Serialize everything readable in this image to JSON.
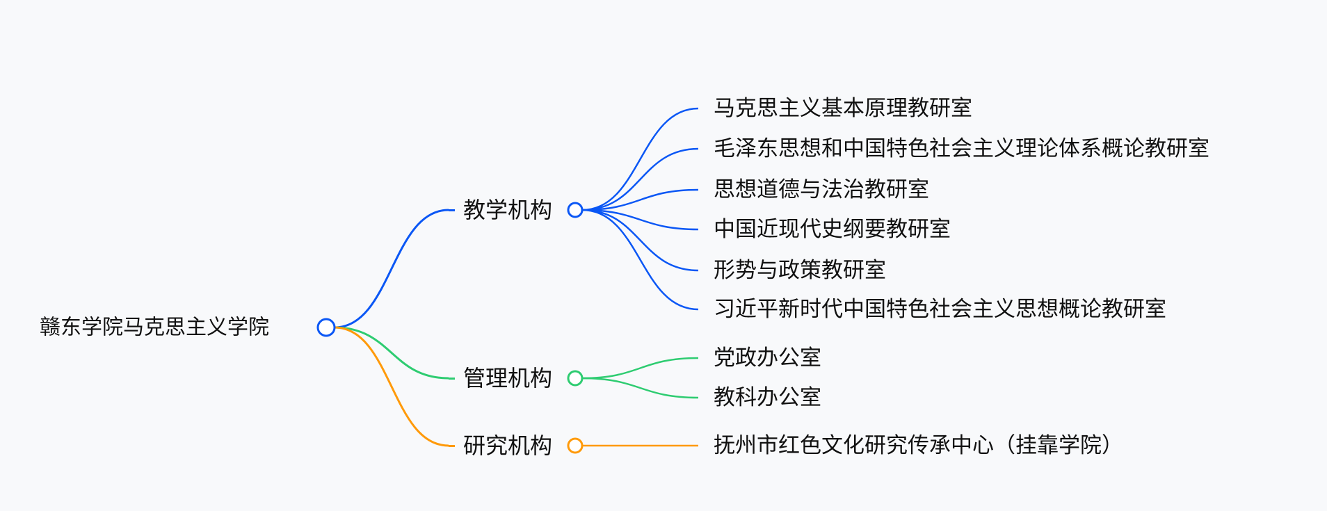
{
  "root": {
    "label": "赣东学院马克思主义学院",
    "color": "#0b57f5"
  },
  "branches": [
    {
      "label": "教学机构",
      "color": "#0b57f5",
      "children": [
        "马克思主义基本原理教研室",
        "毛泽东思想和中国特色社会主义理论体系概论教研室",
        "思想道德与法治教研室",
        "中国近现代史纲要教研室",
        "形势与政策教研室",
        "习近平新时代中国特色社会主义思想概论教研室"
      ]
    },
    {
      "label": "管理机构",
      "color": "#2ecc71",
      "children": [
        "党政办公室",
        "教科办公室"
      ]
    },
    {
      "label": "研究机构",
      "color": "#ff9a0a",
      "children": [
        "抚州市红色文化研究传承中心（挂靠学院）"
      ]
    }
  ]
}
